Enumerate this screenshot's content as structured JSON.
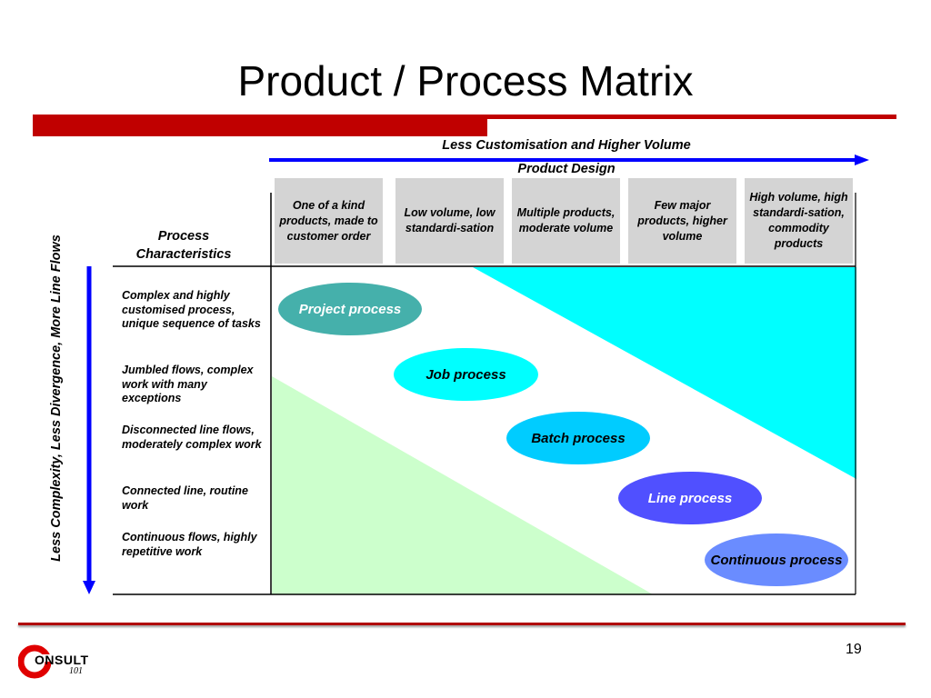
{
  "title": "Product / Process Matrix",
  "top_axis_label": "Less Customisation and Higher Volume",
  "product_design_label": "Product Design",
  "process_characteristics_label": "Process\nCharacteristics",
  "vertical_axis_label": "Less Complexity, Less Divergence, More Line Flows",
  "columns": [
    "One of a kind products, made to customer order",
    "Low volume, low standardi-sation",
    "Multiple products, moderate volume",
    "Few major products, higher volume",
    "High volume, high standardi-sation, commodity products"
  ],
  "rows": [
    "Complex and highly customised process, unique sequence of tasks",
    "Jumbled flows, complex work with many exceptions",
    "Disconnected line flows, moderately complex work",
    "Connected line, routine work",
    "Continuous flows, highly repetitive work"
  ],
  "processes": [
    {
      "label": "Project process",
      "color": "#45b0ab"
    },
    {
      "label": "Job process",
      "color": "#00ffff"
    },
    {
      "label": "Batch process",
      "color": "#00ccff"
    },
    {
      "label": "Line process",
      "color": "#5050ff"
    },
    {
      "label": "Continuous process",
      "color": "#6a8cff"
    }
  ],
  "colors": {
    "brand_red": "#c00000",
    "arrow_blue": "#0000ff",
    "column_header_gray": "#d4d4d4",
    "upper_region": "#00ffff",
    "lower_region": "#ccffcc"
  },
  "page_number": "19",
  "logo": {
    "text": "ONSULT",
    "sub": "101"
  }
}
